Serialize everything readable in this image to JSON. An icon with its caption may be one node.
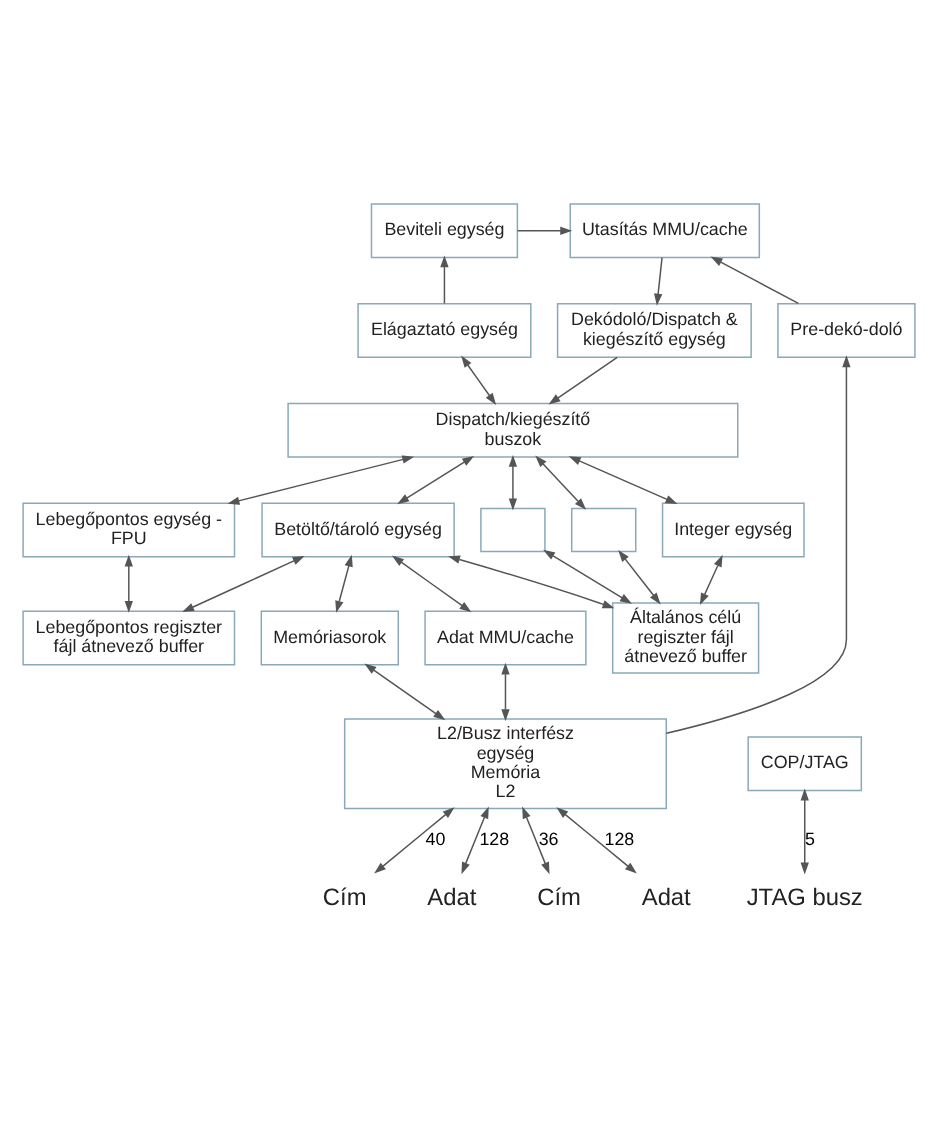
{
  "diagram": {
    "nodes": [
      {
        "text": [
          "Beviteli egység"
        ]
      },
      {
        "text": [
          "Utasítás MMU/cache"
        ]
      },
      {
        "text": [
          "Elágaztató egység"
        ]
      },
      {
        "text": [
          "Dekódoló/Dispatch & kiegészítő egység"
        ]
      },
      {
        "text": [
          "Pre-dekó-doló"
        ]
      },
      {
        "text": [
          "Dispatch/kiegészítő buszok"
        ]
      },
      {
        "text": [
          "Lebegőpontos egység - FPU"
        ]
      },
      {
        "text": [
          "Betöltő/tároló egység"
        ]
      },
      {
        "text": [],
        "shape": "box"
      },
      {
        "text": [],
        "shape": "box"
      },
      {
        "text": [
          "Integer egység"
        ]
      },
      {
        "text": [
          "Lebegőpontos regiszter fájl átnevező buffer"
        ]
      },
      {
        "text": [
          "Általános célú regiszter fájl átnevező buffer"
        ]
      },
      {
        "text": [
          "Memóriasorok"
        ]
      },
      {
        "text": [
          "Adat MMU/cache"
        ]
      },
      {
        "text": [
          "COP/JTAG"
        ]
      },
      {
        "text": [
          "L2/Busz interfész egység",
          "Memória",
          "L2"
        ]
      },
      {
        "text": [
          "JTAG busz"
        ]
      },
      {
        "text": [
          "Cím"
        ]
      },
      {
        "text": [
          "Adat"
        ]
      },
      {
        "text": [
          "Cím"
        ]
      },
      {
        "text": [
          "Adat"
        ]
      }
    ],
    "edges": [
      {
        "from": 0,
        "to": 1,
        "arrow": "to"
      },
      {
        "from": 2,
        "to": 0,
        "arrow": "to"
      },
      {
        "from": 1,
        "to": 3,
        "arrow": "to"
      },
      {
        "from": 4,
        "to": 1,
        "arrow": "to"
      },
      {
        "from": 2,
        "to": 5,
        "arrow": "both"
      },
      {
        "from": 3,
        "to": 5,
        "arrow": "to"
      },
      {
        "from": 16,
        "to": 4,
        "arrow": "to"
      },
      {
        "from": 5,
        "to": 6,
        "arrow": "both"
      },
      {
        "from": 5,
        "to": 7,
        "arrow": "both"
      },
      {
        "from": 5,
        "to": 8,
        "arrow": "both"
      },
      {
        "from": 5,
        "to": 9,
        "arrow": "both"
      },
      {
        "from": 5,
        "to": 10,
        "arrow": "both"
      },
      {
        "from": 6,
        "to": 11,
        "arrow": "both"
      },
      {
        "from": 7,
        "to": 11,
        "arrow": "both"
      },
      {
        "from": 7,
        "to": 12,
        "arrow": "both"
      },
      {
        "from": 8,
        "to": 12,
        "arrow": "both"
      },
      {
        "from": 9,
        "to": 12,
        "arrow": "both"
      },
      {
        "from": 10,
        "to": 12,
        "arrow": "both"
      },
      {
        "from": 7,
        "to": 13,
        "arrow": "both"
      },
      {
        "from": 7,
        "to": 14,
        "arrow": "both"
      },
      {
        "from": 13,
        "to": 16,
        "arrow": "both"
      },
      {
        "from": 14,
        "to": 16,
        "arrow": "both"
      },
      {
        "from": 15,
        "to": 17,
        "arrow": "both",
        "label": "5"
      },
      {
        "from": 16,
        "to": 18,
        "arrow": "both",
        "label": "40"
      },
      {
        "from": 16,
        "to": 19,
        "arrow": "both",
        "label": "128"
      },
      {
        "from": 16,
        "to": 20,
        "arrow": "both",
        "label": "36"
      },
      {
        "from": 16,
        "to": 21,
        "arrow": "both",
        "label": "128"
      }
    ]
  }
}
